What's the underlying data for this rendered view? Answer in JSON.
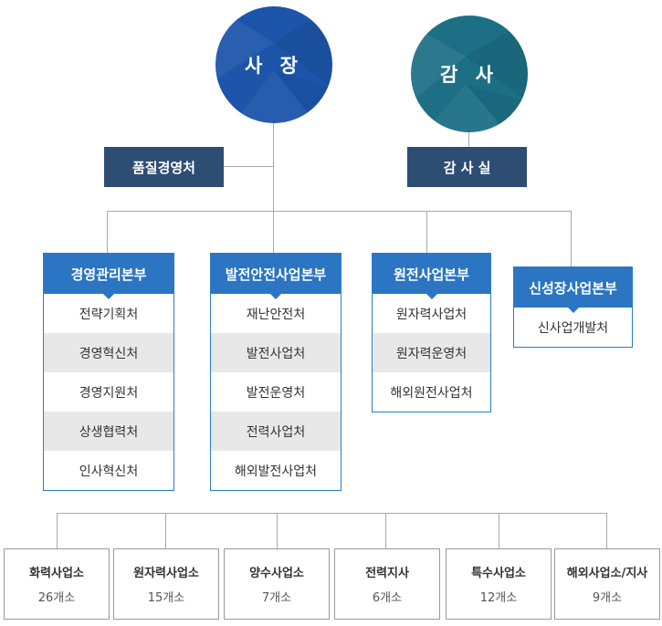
{
  "executives": {
    "ceo": "사 장",
    "auditor": "감 사"
  },
  "staff_offices": {
    "quality": "품질경영처",
    "audit_office": "감 사 실"
  },
  "divisions": [
    {
      "title": "경영관리본부",
      "items": [
        "전략기획처",
        "경영혁신처",
        "경영지원처",
        "상생협력처",
        "인사혁신처"
      ]
    },
    {
      "title": "발전안전사업본부",
      "items": [
        "재난안전처",
        "발전사업처",
        "발전운영처",
        "전력사업처",
        "해외발전사업처"
      ]
    },
    {
      "title": "원전사업본부",
      "items": [
        "원자력사업처",
        "원자력운영처",
        "해외원전사업처"
      ]
    },
    {
      "title": "신성장사업본부",
      "items": [
        "신사업개발처"
      ]
    }
  ],
  "sites": [
    {
      "name": "화력사업소",
      "count": "26개소"
    },
    {
      "name": "원자력사업소",
      "count": "15개소"
    },
    {
      "name": "양수사업소",
      "count": "7개소"
    },
    {
      "name": "전력지사",
      "count": "6개소"
    },
    {
      "name": "특수사업소",
      "count": "12개소"
    },
    {
      "name": "해외사업소/지사",
      "count": "9개소"
    }
  ],
  "colors": {
    "ceo": "#1c55a9",
    "auditor": "#1d6f86",
    "staff_box": "#2d4d73",
    "division_header": "#2b75c3",
    "connector": "#a9a9a9"
  }
}
